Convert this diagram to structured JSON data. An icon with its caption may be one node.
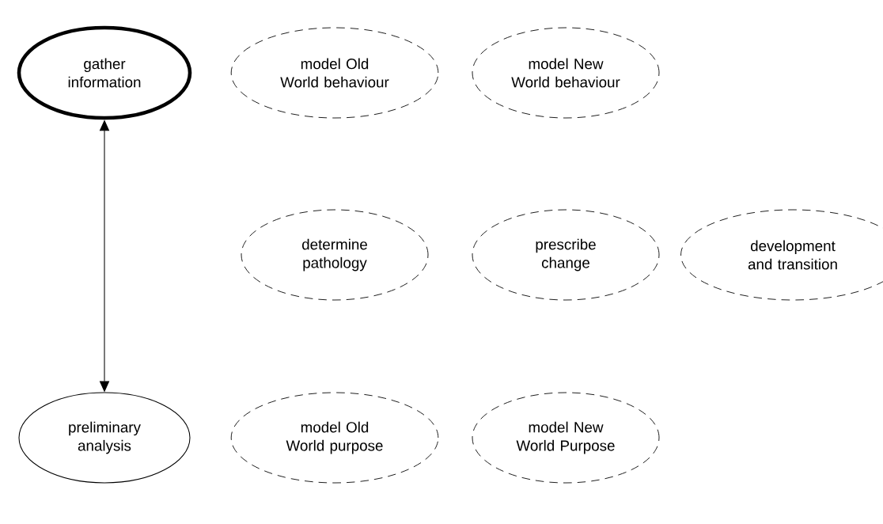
{
  "diagram": {
    "nodes": [
      {
        "text": [
          "gather information"
        ]
      },
      {
        "text": [
          "model Old World behaviour"
        ]
      },
      {
        "text": [
          "model New World behaviour"
        ]
      },
      {
        "text": [
          "determine pathology"
        ]
      },
      {
        "text": [
          "prescribe change"
        ]
      },
      {
        "text": [
          "development and transition"
        ]
      },
      {
        "text": [
          "preliminary analysis"
        ]
      },
      {
        "text": [
          "model Old World purpose"
        ]
      },
      {
        "text": [
          "model New World Purpose"
        ]
      }
    ],
    "edges": [
      {
        "from": 0,
        "to": 6,
        "arrow": "both"
      }
    ]
  }
}
